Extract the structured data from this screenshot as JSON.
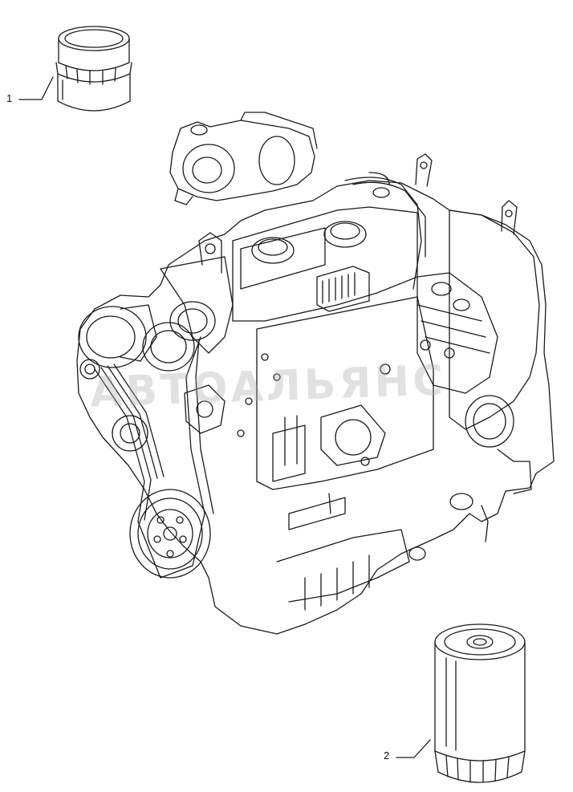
{
  "callouts": [
    {
      "number": "1",
      "part": "small-filter"
    },
    {
      "number": "2",
      "part": "large-filter"
    }
  ],
  "watermark": "АВТОАЛЬЯНС",
  "colors": {
    "line": "#1a1a1a",
    "background": "#ffffff"
  }
}
